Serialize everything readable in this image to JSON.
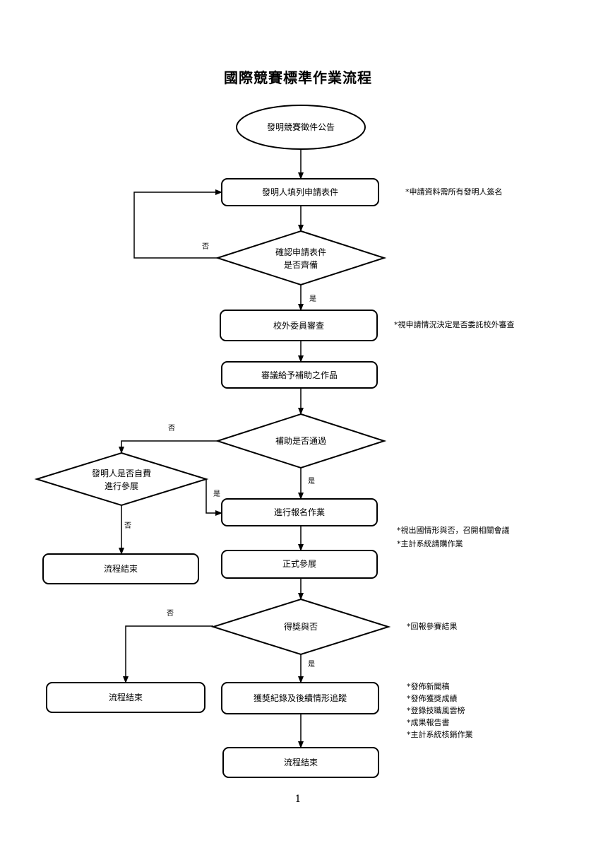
{
  "title": "國際競賽標準作業流程",
  "nodes": {
    "start": "發明競賽徵件公告",
    "fill_form": "發明人填列申請表件",
    "check_form": [
      "確認申請表件",
      "是否齊備"
    ],
    "external_review": "校外委員審查",
    "grant_decision": "審議給予補助之作品",
    "grant_pass": "補助是否通過",
    "self_pay": [
      "發明人是否自費",
      "進行參展"
    ],
    "registration": "進行報名作業",
    "end_left_1": "流程結束",
    "exhibit": "正式參展",
    "award": "得獎與否",
    "end_left_2": "流程結束",
    "award_tracking": "獲獎紀錄及後續情形追蹤",
    "end_final": "流程結束"
  },
  "edge_labels": {
    "no": "否",
    "yes": "是"
  },
  "notes": {
    "fill_form": [
      "*申請資料需所有發明人簽名"
    ],
    "external_review": [
      "*視申請情況決定是否委託校外審查"
    ],
    "registration": [
      "*視出國情形與否，召開相關會議",
      "*主計系統請購作業"
    ],
    "award": [
      "*回報參賽結果"
    ],
    "award_tracking": [
      "*發佈新聞稿",
      "*發佈獲獎成績",
      "*登錄技職風雲榜",
      "*成果報告書",
      "*主計系統核銷作業"
    ]
  },
  "page_number": "1"
}
